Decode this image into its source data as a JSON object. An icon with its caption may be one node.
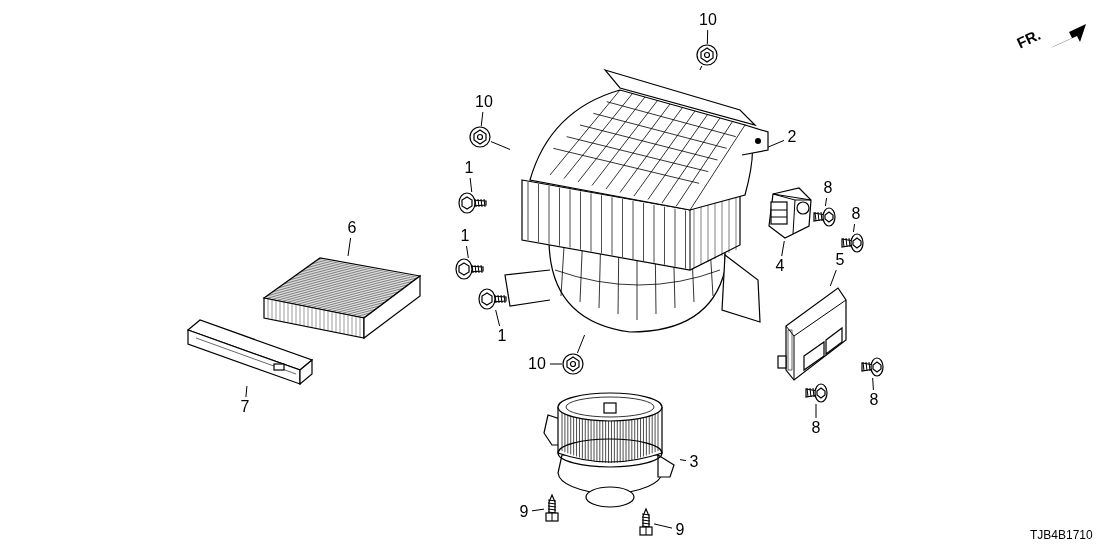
{
  "diagram": {
    "nodes": [
      {
        "text": [
          "10"
        ]
      },
      {
        "text": [],
        "shape": "picture"
      },
      {
        "text": [
          "10"
        ]
      },
      {
        "text": [],
        "shape": "picture"
      },
      {
        "text": [
          "2"
        ]
      },
      {
        "text": [],
        "shape": "picture"
      },
      {
        "text": [
          "1"
        ]
      },
      {
        "text": [],
        "shape": "picture"
      },
      {
        "text": [
          "8"
        ]
      },
      {
        "text": [],
        "shape": "picture"
      },
      {
        "text": [
          "8"
        ]
      },
      {
        "text": [],
        "shape": "picture"
      },
      {
        "text": [
          "6"
        ]
      },
      {
        "text": [],
        "shape": "picture"
      },
      {
        "text": [
          "1"
        ]
      },
      {
        "text": [],
        "shape": "picture"
      },
      {
        "text": [],
        "shape": "picture"
      },
      {
        "text": [
          "4"
        ]
      },
      {
        "text": [
          "5"
        ]
      },
      {
        "text": [],
        "shape": "picture"
      },
      {
        "text": [
          "1"
        ]
      },
      {
        "text": [],
        "shape": "picture"
      },
      {
        "text": [
          "10"
        ]
      },
      {
        "text": [],
        "shape": "picture"
      },
      {
        "text": [
          "7"
        ]
      },
      {
        "text": [],
        "shape": "picture"
      },
      {
        "text": [],
        "shape": "picture"
      },
      {
        "text": [
          "8"
        ]
      },
      {
        "text": [],
        "shape": "picture"
      },
      {
        "text": [
          "8"
        ]
      },
      {
        "text": [],
        "shape": "picture"
      },
      {
        "text": [
          "3"
        ]
      },
      {
        "text": [
          "9"
        ]
      },
      {
        "text": [],
        "shape": "picture"
      },
      {
        "text": [],
        "shape": "picture"
      },
      {
        "text": [
          "9"
        ]
      }
    ],
    "edges": [
      {
        "from": 0,
        "to": 1,
        "arrow": "none"
      },
      {
        "from": 2,
        "to": 3,
        "arrow": "none"
      },
      {
        "from": 1,
        "to": 5,
        "arrow": "none"
      },
      {
        "from": 3,
        "to": 5,
        "arrow": "none"
      },
      {
        "from": 4,
        "to": 5,
        "arrow": "none"
      },
      {
        "from": 6,
        "to": 7,
        "arrow": "none"
      },
      {
        "from": 8,
        "to": 9,
        "arrow": "none"
      },
      {
        "from": 10,
        "to": 11,
        "arrow": "none"
      },
      {
        "from": 12,
        "to": 13,
        "arrow": "none"
      },
      {
        "from": 14,
        "to": 15,
        "arrow": "none"
      },
      {
        "from": 17,
        "to": 16,
        "arrow": "none"
      },
      {
        "from": 18,
        "to": 19,
        "arrow": "none"
      },
      {
        "from": 20,
        "to": 21,
        "arrow": "none"
      },
      {
        "from": 22,
        "to": 23,
        "arrow": "none"
      },
      {
        "from": 23,
        "to": 5,
        "arrow": "none"
      },
      {
        "from": 24,
        "to": 25,
        "arrow": "none"
      },
      {
        "from": 27,
        "to": 26,
        "arrow": "none"
      },
      {
        "from": 29,
        "to": 28,
        "arrow": "none"
      },
      {
        "from": 31,
        "to": 30,
        "arrow": "none"
      },
      {
        "from": 32,
        "to": 33,
        "arrow": "none"
      },
      {
        "from": 35,
        "to": 34,
        "arrow": "none"
      }
    ],
    "labels": [
      "FR.",
      "TJB4B1710"
    ]
  }
}
